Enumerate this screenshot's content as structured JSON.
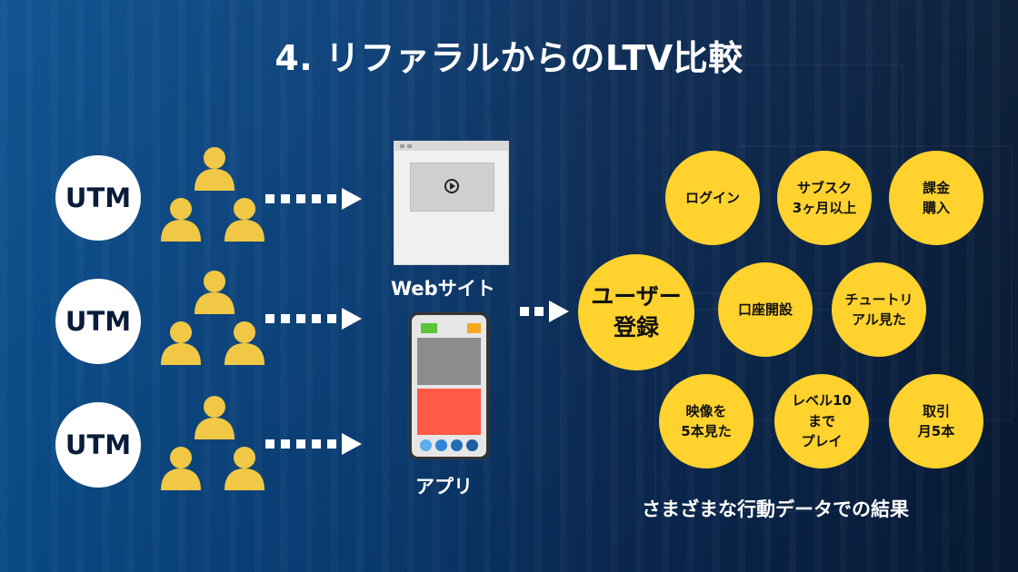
{
  "title": "4. リファラルからのLTV比較",
  "sources": [
    {
      "label": "UTM"
    },
    {
      "label": "UTM"
    },
    {
      "label": "UTM"
    }
  ],
  "web": {
    "label": "Webサイト"
  },
  "app": {
    "label": "アプリ"
  },
  "center": {
    "label": "ユーザー\n登録"
  },
  "behaviors": [
    {
      "label": "ログイン"
    },
    {
      "label": "サブスク\n3ヶ月以上"
    },
    {
      "label": "課金\n購入"
    },
    {
      "label": "口座開設"
    },
    {
      "label": "チュートリ\nアル見た"
    },
    {
      "label": "映像を\n5本見た"
    },
    {
      "label": "レベル10\nまで\nプレイ"
    },
    {
      "label": "取引\n月5本"
    }
  ],
  "caption": "さまざまな行動データでの結果",
  "colors": {
    "accent_yellow": "#ffd22e",
    "person_yellow": "#f1c845",
    "app_red": "#ff5a45",
    "app_green": "#5ac43a",
    "app_orange": "#f5a623",
    "app_blue_1": "#5aaeea",
    "app_blue_2": "#2f86d6",
    "app_blue_3": "#1f6fb5",
    "app_blue_4": "#1d5fa0"
  },
  "icons": {
    "people": "people-group-icon",
    "arrow": "dotted-arrow-icon",
    "web": "web-page-icon",
    "app": "smartphone-app-icon",
    "play": "play-button-icon"
  }
}
